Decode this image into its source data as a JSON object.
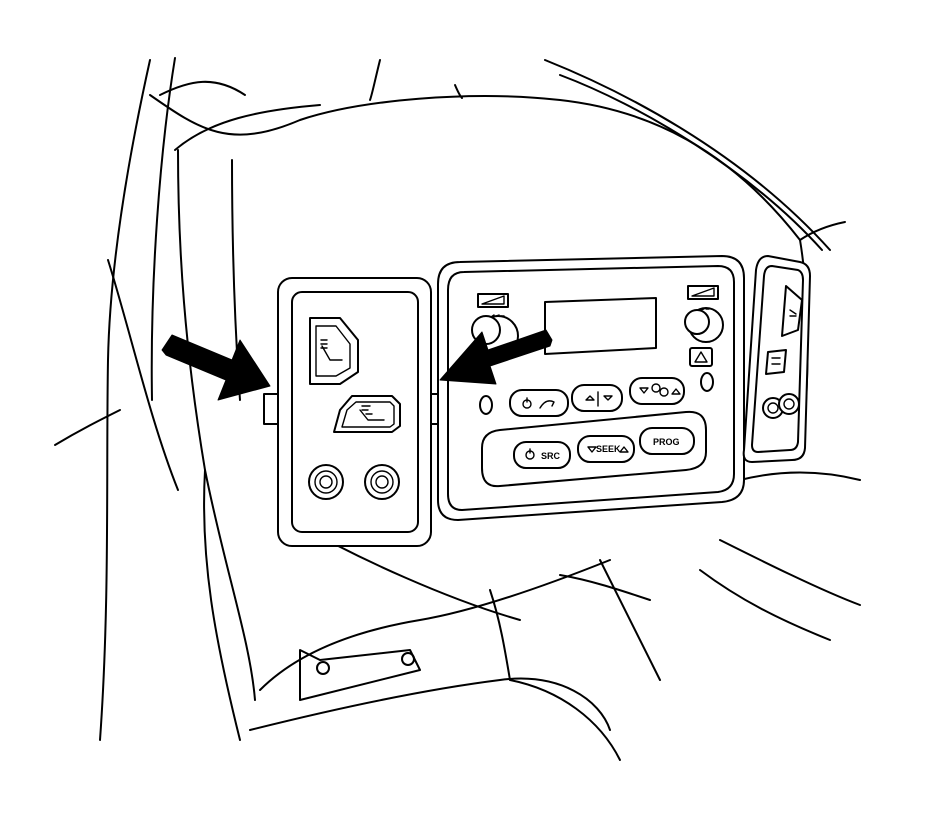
{
  "hvac_controls": {
    "buttons": {
      "source_label": "SRC",
      "seek_label": "SEEK",
      "prog_label": "PROG"
    }
  }
}
